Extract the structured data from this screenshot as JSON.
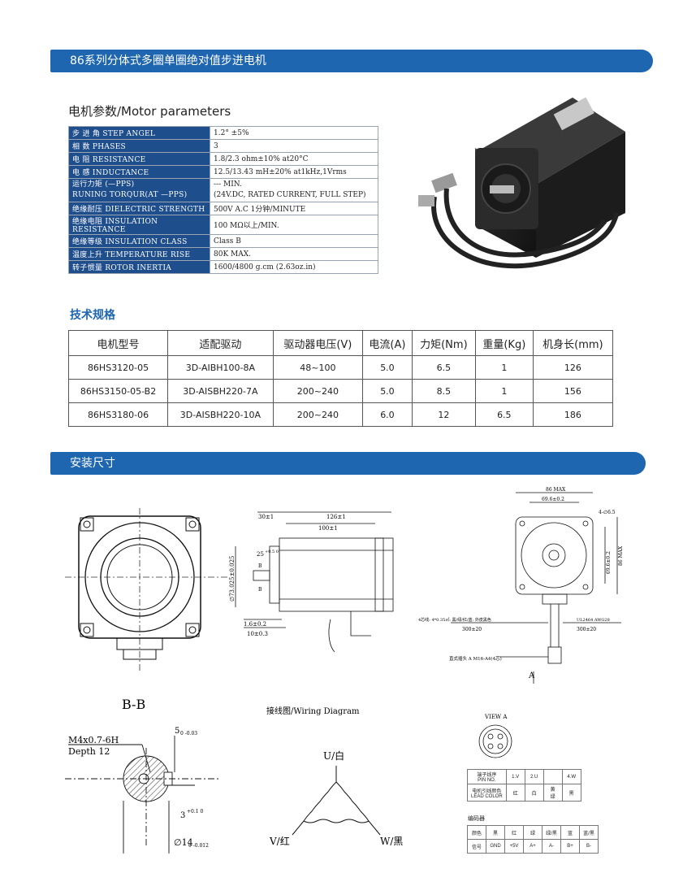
{
  "banners": {
    "top": "86系列分体式多圈单圈绝对值步进电机",
    "install": "安装尺寸"
  },
  "motor_params": {
    "title": "电机参数/Motor parameters",
    "rows": [
      {
        "key": "步 进 角  STEP ANGEL",
        "value": "1.2° ±5%"
      },
      {
        "key": "相    数  PHASES",
        "value": "3"
      },
      {
        "key": "电    阻  RESISTANCE",
        "value": "1.8/2.3 ohm±10%   at20°C"
      },
      {
        "key": "电    感  INDUCTANCE",
        "value": "12.5/13.43 mH±20% at1kHz,1Vrms"
      },
      {
        "key": "运行力矩 (—PPS)",
        "key2": "RUNING TORQUR(AT —PPS)",
        "value": "--- MIN.",
        "value2": "(24V.DC, RATED CURRENT, FULL STEP)"
      },
      {
        "key": "绝缘耐压 DIELECTRIC STRENGTH",
        "value": "500V A.C 1分钟/MINUTE"
      },
      {
        "key": "绝缘电阻 INSULATION RESISTANCE",
        "value": "100 MΩ以上/MIN."
      },
      {
        "key": "绝缘等级  INSULATION CLASS",
        "value": "Class B"
      },
      {
        "key": "温度上升  TEMPERATURE RISE",
        "value": "80K MAX."
      },
      {
        "key": "转子惯量  ROTOR INERTIA",
        "value": "1600/4800 g.cm     (2.63oz.in)"
      }
    ]
  },
  "tech_specs": {
    "title": "技术规格",
    "headers": [
      "电机型号",
      "适配驱动",
      "驱动器电压(V)",
      "电流(A)",
      "力矩(Nm)",
      "重量(Kg)",
      "机身长(mm)"
    ],
    "rows": [
      [
        "86HS3120-05",
        "3D-AIBH100-8A",
        "48~100",
        "5.0",
        "6.5",
        "1",
        "126"
      ],
      [
        "86HS3150-05-B2",
        "3D-AISBH220-7A",
        "200~240",
        "5.0",
        "8.5",
        "1",
        "156"
      ],
      [
        "86HS3180-06",
        "3D-AISBH220-10A",
        "200~240",
        "6.0",
        "12",
        "6.5",
        "186"
      ]
    ]
  },
  "side_drawing": {
    "dim_30": "30±1",
    "dim_126": "126±1",
    "dim_100": "100±1",
    "dim_25": "25",
    "dim_25_tol": "+0.5  0",
    "dim_dia": "∅73.025±0.025",
    "dim_1_6": "1.6±0.2",
    "dim_10": "10±0.3",
    "mark_b_top": "B",
    "mark_b_bot": "B"
  },
  "end_drawing": {
    "dim_86max": "86 MAX",
    "dim_69_6_top": "69.6±0.2",
    "dim_69_6_side": "69.6±0.2",
    "dim_86max_side": "86 MAX",
    "hole": "4-∅6.5",
    "wire4": "4芯线: 4*0.35㎡: 黑/绿/红/蓝: 外皮黑色",
    "wire4_len": "300±20",
    "wire_ul": "UL2464 AWG28",
    "wire_ul_len": "300±20",
    "connector": "直式插头 A M16-A4(4芯)",
    "mark_a": "A"
  },
  "bb_section": {
    "title": "B-B",
    "thread": "M4x0.7-6H",
    "depth": "Depth 12",
    "dim_5": "5",
    "dim_5_tol": "0\n-0.03",
    "dim_3": "3",
    "dim_3_tol": "+0.1 0",
    "dim_14": "∅14",
    "dim_14_tol": "0 -0.012"
  },
  "wiring": {
    "title": "接线图/Wiring  Diagram",
    "u": "U/白",
    "v": "V/红",
    "w": "W/黑"
  },
  "view_a": {
    "title": "VIEW A",
    "pin_header": "端子线序\nPIN NO.",
    "pins": [
      "1.V",
      "2.U",
      "",
      "4.W"
    ],
    "color_header": "电机引线颜色\nLEAD COLOR",
    "colors": [
      "红",
      "白",
      "黄\n绿",
      "黑"
    ],
    "encoder_title": "编码器",
    "enc_color_label": "颜色",
    "enc_colors": [
      "黑",
      "红",
      "绿",
      "绿/黑",
      "蓝",
      "蓝/黑"
    ],
    "enc_signal_label": "信号",
    "enc_signals": [
      "GND",
      "+5V",
      "A+",
      "A-",
      "B+",
      "B-"
    ]
  },
  "colors": {
    "brand_blue": "#1f66b1",
    "key_blue": "#1f4e8d"
  }
}
